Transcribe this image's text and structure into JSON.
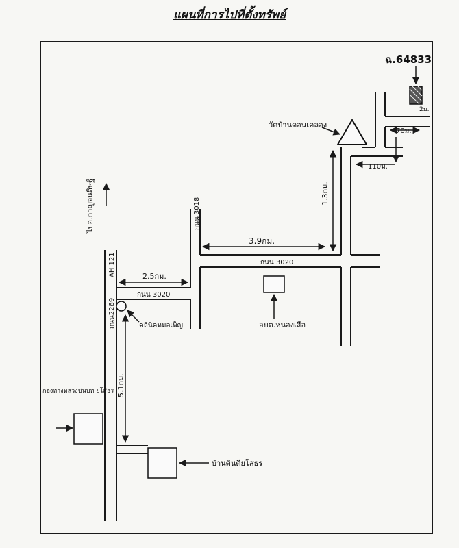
{
  "title": "แผนที่การไปที่ตั้งทรัพย์",
  "north_label": "ไปอ.กาญจนดิษฐ์",
  "parcel": {
    "label": "ฉ.64833",
    "dist_2": "2ม."
  },
  "temple": {
    "label": "วัดบ้านดอนเคลอง"
  },
  "dist_70": "70ม.",
  "dist_110": "110ม.",
  "dist_13": "1.3กม.",
  "dist_39": "3.9กม.",
  "dist_25": "2.5กม.",
  "dist_51": "5.1กม.",
  "road_3018": "กนน 3018",
  "road_3020_right": "กนน 3020",
  "road_3020_left": "กนน 3020",
  "road_ah": "AH 121",
  "road_2269": "กนน2269",
  "sao": {
    "label": "อบต.หนองเสือ"
  },
  "clinic": {
    "label": "คลินิคหมอเพ็ญ"
  },
  "police": {
    "label": "กองทางหลวงชนบท ยโสธร"
  },
  "company": {
    "label": "บ้านดินดียโสธร"
  }
}
